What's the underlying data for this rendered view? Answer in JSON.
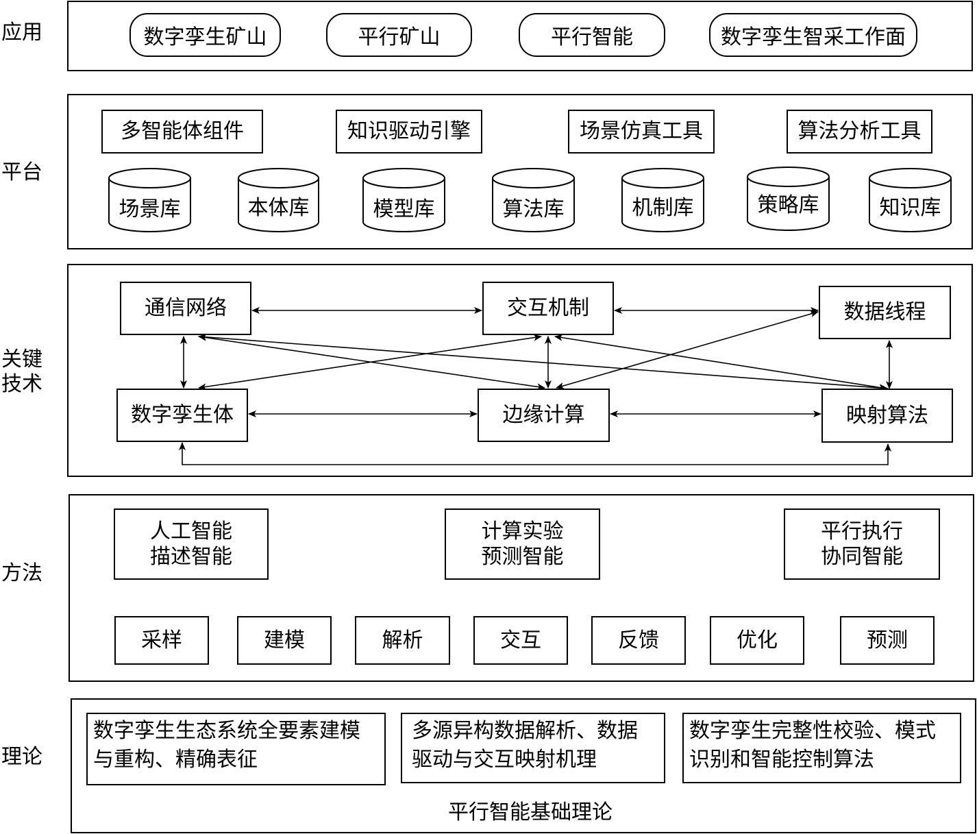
{
  "layers": {
    "application": "应用",
    "platform": "平台",
    "key_tech_line1": "关键",
    "key_tech_line2": "技术",
    "method": "方法",
    "theory": "理论"
  },
  "application": {
    "items": [
      "数字孪生矿山",
      "平行矿山",
      "平行智能",
      "数字孪生智采工作面"
    ]
  },
  "platform": {
    "tools": [
      "多智能体组件",
      "知识驱动引擎",
      "场景仿真工具",
      "算法分析工具"
    ],
    "libraries": [
      "场景库",
      "本体库",
      "模型库",
      "算法库",
      "机制库",
      "策略库",
      "知识库"
    ]
  },
  "key_tech": {
    "nodes": {
      "comm": "通信网络",
      "interact": "交互机制",
      "data_thread": "数据线程",
      "twin": "数字孪生体",
      "edge": "边缘计算",
      "mapping": "映射算法"
    }
  },
  "method": {
    "flow": [
      {
        "line1": "人工智能",
        "line2": "描述智能"
      },
      {
        "line1": "计算实验",
        "line2": "预测智能"
      },
      {
        "line1": "平行执行",
        "line2": "协同智能"
      }
    ],
    "steps": [
      "采样",
      "建模",
      "解析",
      "交互",
      "反馈",
      "优化",
      "预测"
    ]
  },
  "theory": {
    "boxes": [
      {
        "line1": "数字孪生生态系统全要素建模",
        "line2": "与重构、精确表征"
      },
      {
        "line1": "多源异构数据解析、数据",
        "line2": "驱动与交互映射机理"
      },
      {
        "line1": "数字孪生完整性校验、模式",
        "line2": "识别和智能控制算法"
      }
    ],
    "foundation": "平行智能基础理论"
  }
}
